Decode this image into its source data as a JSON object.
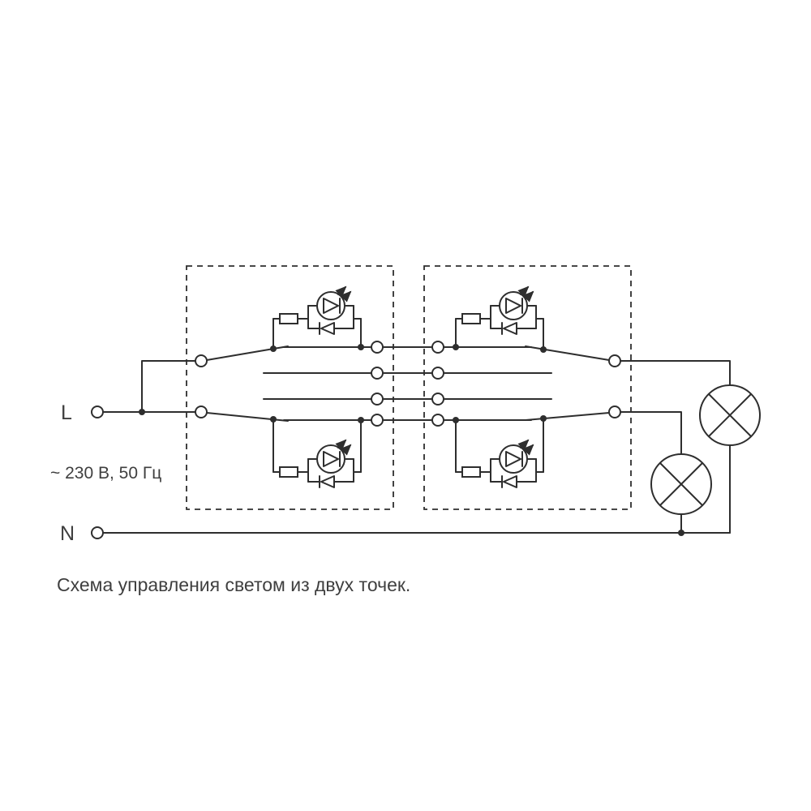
{
  "diagram": {
    "labels": {
      "line": "L",
      "neutral": "N",
      "voltage": "~ 230 В, 50 Гц",
      "caption": "Схема управления светом из двух точек."
    },
    "colors": {
      "wire": "#2e2e2e",
      "text": "#3f3f3f",
      "background": "#ffffff"
    }
  }
}
